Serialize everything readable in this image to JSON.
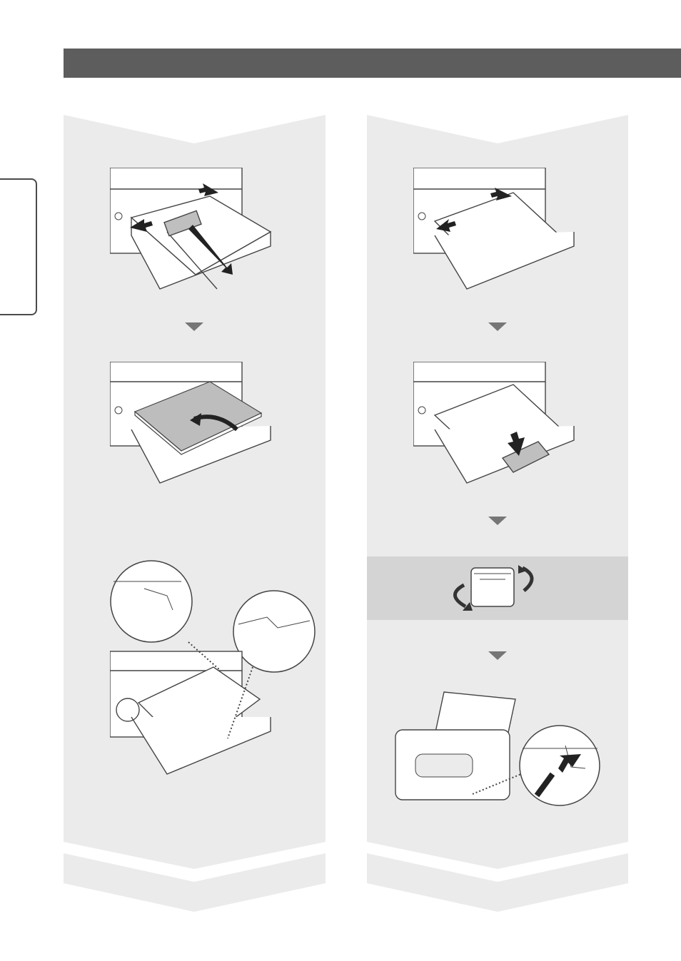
{
  "header": {
    "title": ""
  },
  "side_tab": {
    "label": ""
  },
  "steps": {
    "left": [
      {
        "id": "adjust-guides",
        "caption": ""
      },
      {
        "id": "load-paper",
        "caption": ""
      },
      {
        "id": "check-load-limit",
        "caption": ""
      }
    ],
    "right": [
      {
        "id": "align-guides",
        "caption": ""
      },
      {
        "id": "push-cover",
        "caption": ""
      },
      {
        "id": "turn-printer",
        "caption": ""
      },
      {
        "id": "connect-power",
        "caption": ""
      }
    ]
  },
  "colors": {
    "header_bar": "#5d5d5d",
    "panel_background": "#ebebeb",
    "highlight_band": "#d4d4d4",
    "arrow_marker": "#767676",
    "line_art": "#444444"
  },
  "icons": [
    "down-arrow-icon",
    "rotate-icon",
    "push-arrow-icon",
    "slide-arrow-icon"
  ]
}
